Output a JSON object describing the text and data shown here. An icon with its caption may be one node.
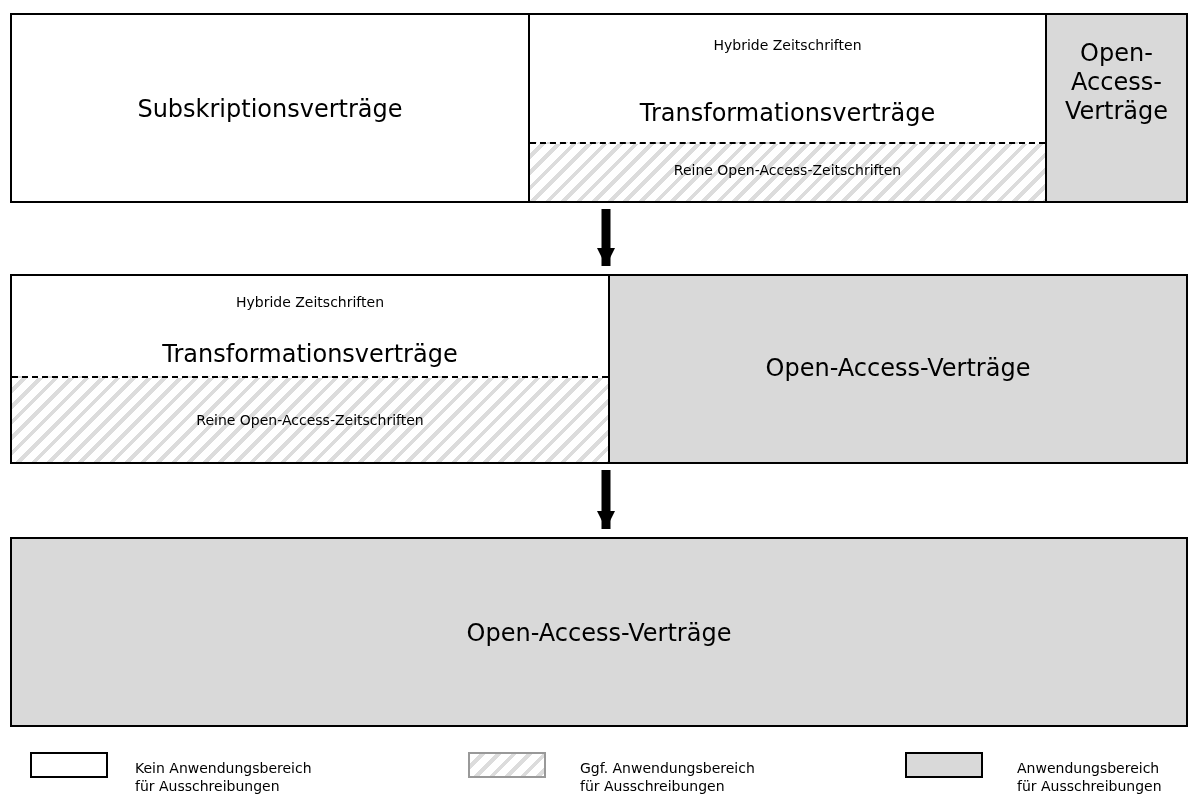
{
  "diagram": {
    "nodes": [
      {
        "text": [],
        "shape": "box"
      },
      {
        "text": [
          "Subskriptionsverträge"
        ],
        "in": 0
      },
      {
        "text": [
          "Hybride Zeitschriften",
          "Transformationsverträge"
        ],
        "in": 0
      },
      {
        "text": [
          "Reine Open-Access-Zeitschriften"
        ],
        "in": 2
      },
      {
        "text": [
          "Open-Access-Verträge"
        ],
        "in": 0
      },
      {
        "text": [],
        "shape": "box"
      },
      {
        "text": [
          "Hybride Zeitschriften",
          "Transformationsverträge"
        ],
        "in": 5
      },
      {
        "text": [
          "Reine Open-Access-Zeitschriften"
        ],
        "in": 6
      },
      {
        "text": [
          "Open-Access-Verträge"
        ],
        "in": 5
      },
      {
        "text": [
          "Open-Access-Verträge"
        ]
      }
    ],
    "edges": [
      {
        "from": 0,
        "to": 5,
        "arrow": "to"
      },
      {
        "from": 5,
        "to": 9,
        "arrow": "to"
      }
    ],
    "legend": [
      {
        "text": "Kein Anwendungsbereich für Ausschreibungen",
        "color": "#ffffff"
      },
      {
        "text": "Ggf. Anwendungsbereich für Ausschreibungen"
      },
      {
        "text": "Anwendungsbereich für Ausschreibungen",
        "color": "#d9d9d9"
      }
    ]
  }
}
